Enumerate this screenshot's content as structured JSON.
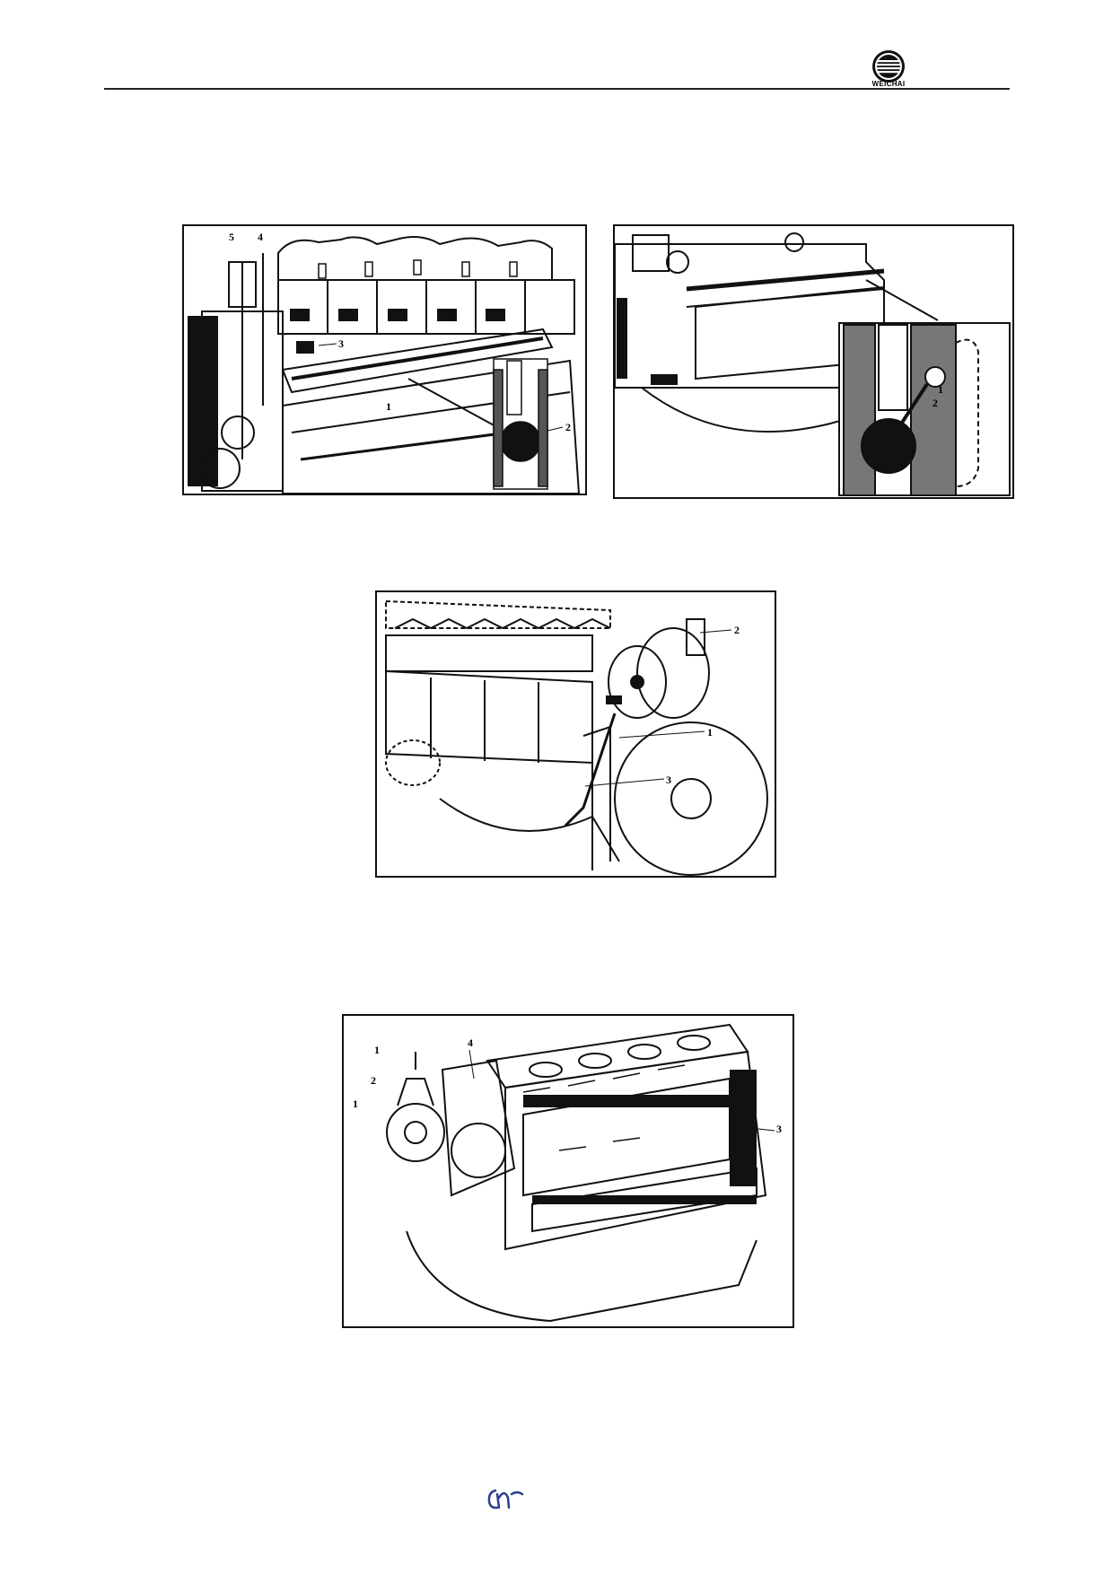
{
  "header": {
    "brand": "WEICHAI"
  },
  "figures": [
    {
      "id": "fig1",
      "callouts": [
        "5",
        "4",
        "3",
        "1",
        "2"
      ]
    },
    {
      "id": "fig2",
      "callouts": [
        "1",
        "2"
      ]
    },
    {
      "id": "fig3",
      "callouts": [
        "2",
        "1",
        "3"
      ]
    },
    {
      "id": "fig4",
      "callouts": [
        "1",
        "4",
        "2",
        "1",
        "3"
      ]
    }
  ],
  "footer": {
    "mark_icon": "handwritten-mark-icon"
  }
}
